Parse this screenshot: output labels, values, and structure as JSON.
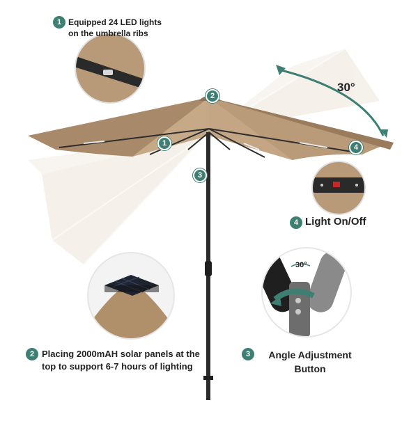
{
  "features": {
    "led": {
      "number": "1",
      "text_line1": "Equipped 24 LED lights",
      "text_line2": "on the umbrella ribs"
    },
    "solar": {
      "number": "2",
      "text_line1": "Placing 2000mAH solar panels at the",
      "text_line2": "top to support 6-7 hours of lighting"
    },
    "angle": {
      "number": "3",
      "text_line1": "Angle Adjustment",
      "text_line2": "Button"
    },
    "switch": {
      "number": "4",
      "text": "Light On/Off"
    }
  },
  "tilt_angle": "30°",
  "tilt_angle_small": "30°",
  "colors": {
    "accent": "#3e7f74",
    "canopy": "#b89a78",
    "canopy_dark": "#9c7f5f",
    "pole": "#2b2b2b",
    "led": "#e9e9e9"
  },
  "icons": [
    "led-light-icon",
    "solar-panel-icon",
    "switch-icon",
    "tilt-arrow-icon",
    "rotate-arrow-icon"
  ]
}
